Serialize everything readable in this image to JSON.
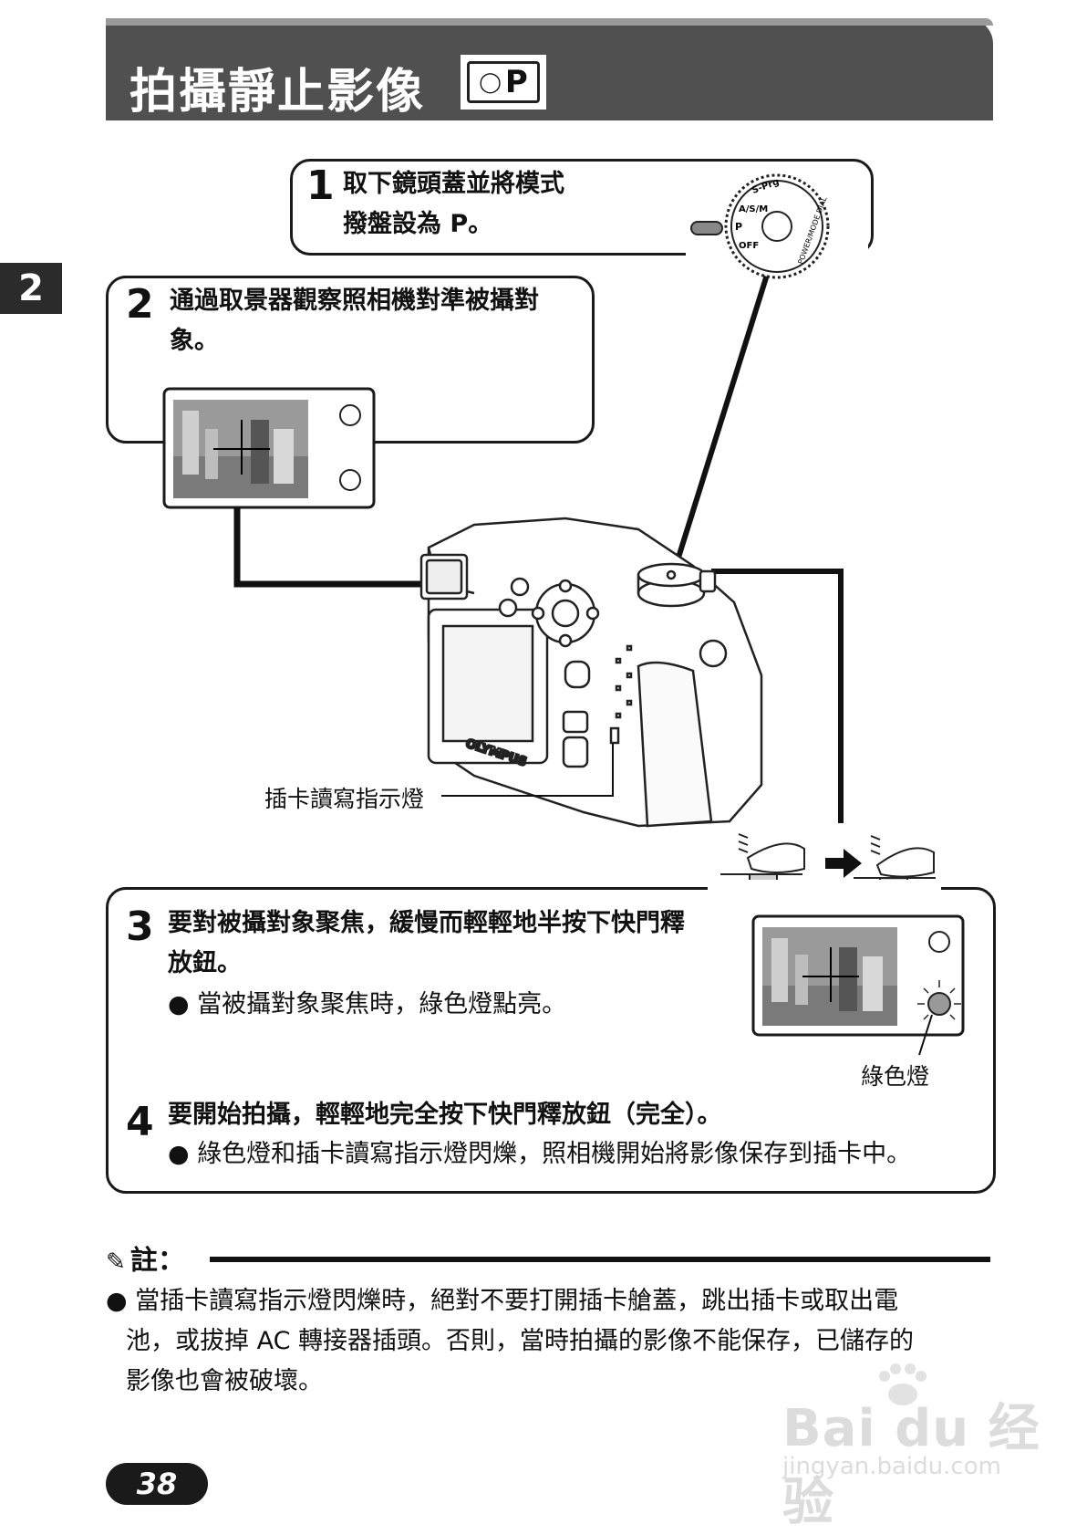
{
  "header": {
    "title": "拍攝靜止影像",
    "mode_badge": "P"
  },
  "chapter_tab": "2",
  "steps": [
    {
      "number": "1",
      "lines": [
        "取下鏡頭蓋並將模式",
        "撥盤設為 P。"
      ]
    },
    {
      "number": "2",
      "lines": [
        "通過取景器觀察照相機對準被攝對",
        "象。"
      ]
    },
    {
      "number": "3",
      "lines": [
        "要對被攝對象聚焦，緩慢而輕輕地半按下快門釋",
        "放鈕。"
      ],
      "bullet": "當被攝對象聚焦時，綠色燈點亮。"
    },
    {
      "number": "4",
      "lines": [
        "要開始拍攝，輕輕地完全按下快門釋放鈕（完全）。"
      ],
      "bullet": "綠色燈和插卡讀寫指示燈閃爍，照相機開始將影像保存到插卡中。"
    }
  ],
  "mode_dial": {
    "labels": [
      "S-Prg",
      "A/S/M",
      "P",
      "OFF",
      "POWER/MODE DIAL"
    ]
  },
  "camera": {
    "brand": "OLYMPUS"
  },
  "callouts": {
    "card_access_lamp": "插卡讀寫指示燈",
    "green_lamp": "綠色燈"
  },
  "note": {
    "heading": "註：",
    "lines": [
      "當插卡讀寫指示燈閃爍時，絕對不要打開插卡艙蓋，跳出插卡或取出電",
      "池，或拔掉 AC 轉接器插頭。否則，當時拍攝的影像不能保存，已儲存的",
      "影像也會被破壞。"
    ]
  },
  "page_number": "38",
  "watermark": {
    "line1": "Bai du 经验",
    "line2": "jingyan.baidu.com"
  }
}
